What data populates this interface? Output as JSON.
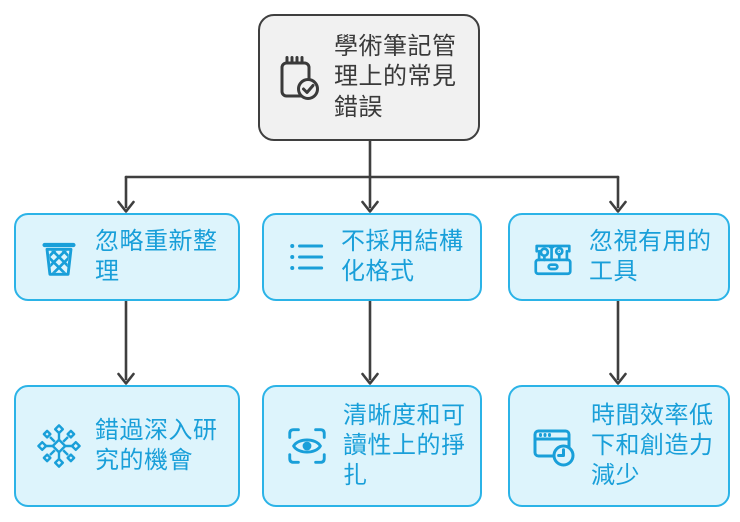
{
  "diagram": {
    "type": "flowchart-top-down",
    "root": {
      "label": "學術筆記管理上的常見錯誤",
      "icon": "note-check-icon"
    },
    "causes": [
      {
        "label": "忽略重新整理",
        "icon": "trash-icon"
      },
      {
        "label": "不採用結構化格式",
        "icon": "list-icon"
      },
      {
        "label": "忽視有用的工具",
        "icon": "toolbox-icon"
      }
    ],
    "effects": [
      {
        "label": "錯過深入研究的機會",
        "icon": "snowflake-icon"
      },
      {
        "label": "清晰度和可讀性上的掙扎",
        "icon": "eye-scan-icon"
      },
      {
        "label": "時間效率低下和創造力減少",
        "icon": "window-clock-icon"
      }
    ],
    "colors": {
      "node_border": "#2bb3e7",
      "node_background": "#ddf4fc",
      "node_text": "#199fd9",
      "root_border": "#3f3f3f",
      "root_background": "#f1f1f1",
      "root_text": "#3a3a3a",
      "arrow": "#3f3f3f",
      "canvas_background": "#ffffff"
    }
  }
}
